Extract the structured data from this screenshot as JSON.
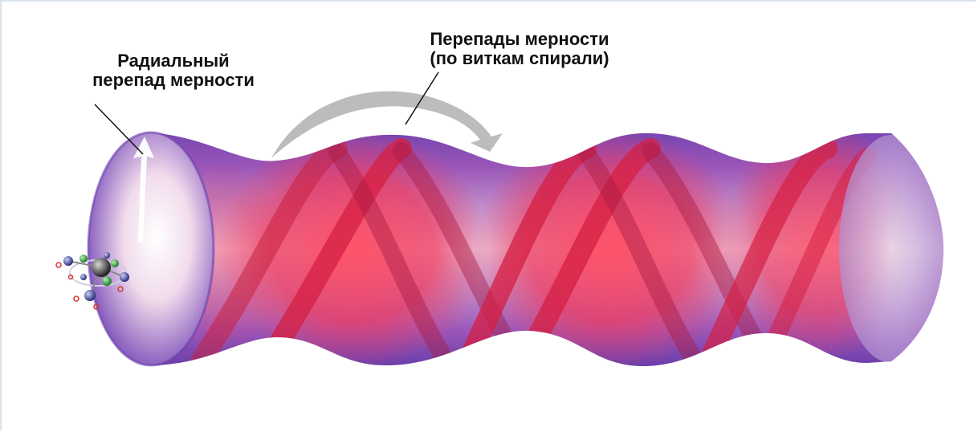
{
  "labels": {
    "radial_line1": "Радиальный",
    "radial_line2": "перепад мерности",
    "spiral_line1": "Перепады мерности",
    "spiral_line2": "(по виткам спирали)"
  },
  "colors": {
    "tube_blue": "#6a3fb0",
    "tube_red": "#f0384f",
    "helix_red": "#d61e3e",
    "arrow_gray": "#b9b9b9",
    "frame": "#dbe3ee"
  }
}
